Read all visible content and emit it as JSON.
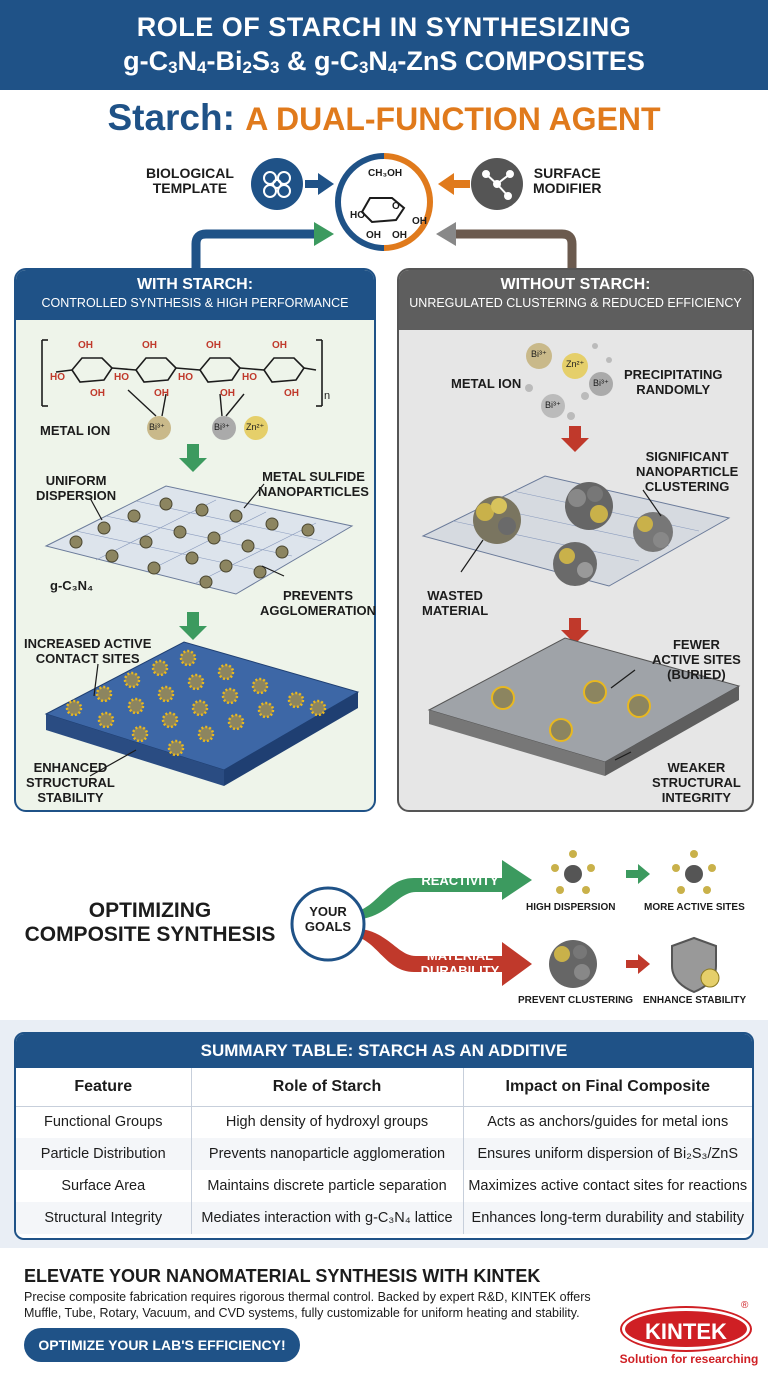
{
  "header": {
    "line1": "ROLE OF STARCH IN SYNTHESIZING",
    "line2_a": "g-C",
    "line2_sub1": "3",
    "line2_b": "N",
    "line2_sub2": "4",
    "line2_c": "-Bi",
    "line2_sub3": "2",
    "line2_d": "S",
    "line2_sub4": "3",
    "line2_e": " & g-C",
    "line2_sub5": "3",
    "line2_f": "N",
    "line2_sub6": "4",
    "line2_g": "-ZnS COMPOSITES"
  },
  "subtitle": {
    "part1": "Starch: ",
    "part2": "A DUAL-FUNCTION AGENT"
  },
  "top": {
    "left_label": "BIOLOGICAL\nTEMPLATE",
    "right_label": "SURFACE\nMODIFIER",
    "molecule": [
      "CH₃OH",
      "O",
      "OH",
      "HO",
      "OH",
      "OH"
    ]
  },
  "left_panel": {
    "title": "WITH STARCH:",
    "subtitle": "CONTROLLED SYNTHESIS & HIGH PERFORMANCE",
    "metal_ion": "METAL ION",
    "ions": [
      "Bi³⁺",
      "Bi³⁺",
      "Zn²⁺"
    ],
    "chain_n": "n",
    "uniform": "UNIFORM\nDISPERSION",
    "metal_sulfide": "METAL SULFIDE\nNANOPARTICLES",
    "gcn": "g-C₃N₄",
    "prevents": "PREVENTS\nAGGLOMERATION",
    "increased": "INCREASED ACTIVE\nCONTACT SITES",
    "enhanced": "ENHANCED\nSTRUCTURAL\nSTABILITY"
  },
  "right_panel": {
    "title": "WITHOUT STARCH:",
    "subtitle": "UNREGULATED CLUSTERING & REDUCED EFFICIENCY",
    "metal_ion": "METAL ION",
    "ions": [
      "Bi³⁺",
      "Zn²⁺",
      "Bi³⁺",
      "Bi³⁺"
    ],
    "precipitating": "PRECIPITATING\nRANDOMLY",
    "significant": "SIGNIFICANT\nNANOPARTICLE\nCLUSTERING",
    "wasted": "WASTED\nMATERIAL",
    "fewer": "FEWER\nACTIVE SITES\n(BURIED)",
    "weaker": "WEAKER\nSTRUCTURAL\nINTEGRITY"
  },
  "optimizing": {
    "title": "OPTIMIZING\nCOMPOSITE SYNTHESIS",
    "goals": "YOUR\nGOALS",
    "maximize": "MAXIMIZE\nREACTIVITY",
    "durability": "MATERIAL\nDURABILITY",
    "high_dispersion": "HIGH DISPERSION",
    "more_sites": "MORE ACTIVE SITES",
    "prevent_clustering": "PREVENT CLUSTERING",
    "enhance_stability": "ENHANCE STABILITY"
  },
  "table": {
    "title": "SUMMARY TABLE: STARCH AS AN ADDITIVE",
    "headers": [
      "Feature",
      "Role of Starch",
      "Impact on Final Composite"
    ],
    "rows": [
      [
        "Functional Groups",
        "High density of hydroxyl groups",
        "Acts as anchors/guides for metal ions"
      ],
      [
        "Particle Distribution",
        "Prevents nanoparticle agglomeration",
        "Ensures uniform dispersion of Bi₂S₃/ZnS"
      ],
      [
        "Surface Area",
        "Maintains discrete particle separation",
        "Maximizes active contact sites for reactions"
      ],
      [
        "Structural Integrity",
        "Mediates interaction with g-C₃N₄ lattice",
        "Enhances long-term durability and stability"
      ]
    ]
  },
  "cta": {
    "heading": "ELEVATE YOUR NANOMATERIAL SYNTHESIS WITH KINTEK",
    "text": "Precise composite fabrication requires rigorous thermal control. Backed by expert R&D, KINTEK offers Muffle, Tube, Rotary, Vacuum, and CVD systems, fully customizable for uniform heating and stability.",
    "button": "OPTIMIZE YOUR LAB'S EFFICIENCY!",
    "logo": "KINTEK",
    "reg": "®",
    "tagline": "Solution for researching"
  },
  "colors": {
    "blue": "#1f5287",
    "orange": "#e07a1c",
    "green": "#3c9a5f",
    "red": "#c0392b",
    "gray": "#5e5e5e"
  }
}
